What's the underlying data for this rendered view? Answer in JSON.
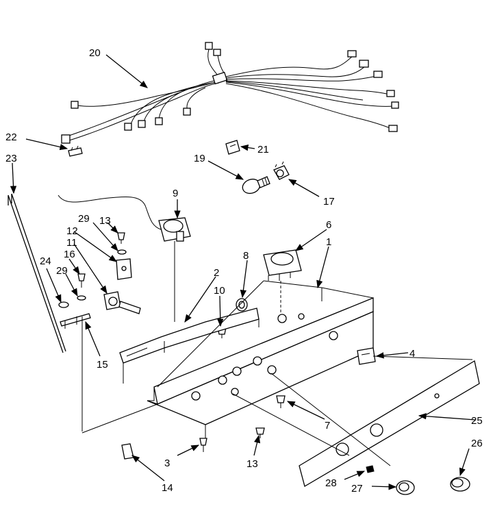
{
  "callouts": {
    "c1": "1",
    "c2": "2",
    "c3": "3",
    "c4": "4",
    "c6": "6",
    "c7": "7",
    "c8": "8",
    "c9": "9",
    "c10": "10",
    "c11": "11",
    "c12": "12",
    "c13a": "13",
    "c13b": "13",
    "c14": "14",
    "c15": "15",
    "c16": "16",
    "c17": "17",
    "c19": "19",
    "c20": "20",
    "c21": "21",
    "c22": "22",
    "c23": "23",
    "c24": "24",
    "c25": "25",
    "c26": "26",
    "c27": "27",
    "c28": "28",
    "c29a": "29",
    "c29b": "29"
  }
}
